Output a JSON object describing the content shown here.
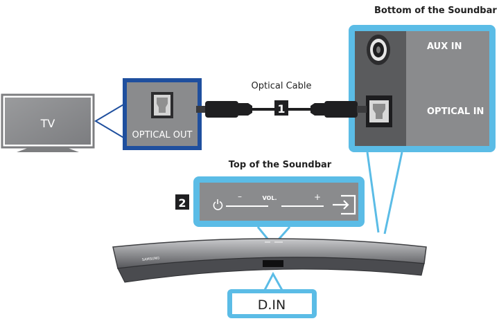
{
  "labels": {
    "bottom_of_soundbar": "Bottom of the Soundbar",
    "optical_cable": "Optical Cable",
    "top_of_soundbar": "Top of the Soundbar",
    "tv": "TV",
    "optical_out": "OPTICAL OUT",
    "aux_in": "AUX IN",
    "optical_in": "OPTICAL IN",
    "step1": "1",
    "step2": "2",
    "vol": "VOL.",
    "minus": "–",
    "plus": "+",
    "d_in": "D.IN",
    "brand": "SAMSUNG"
  },
  "colors": {
    "accent_blue": "#5bbce6",
    "dark_blue": "#1f4f9e",
    "panel_gray": "#8a8b8d",
    "dark_gray": "#5a5b5d"
  }
}
